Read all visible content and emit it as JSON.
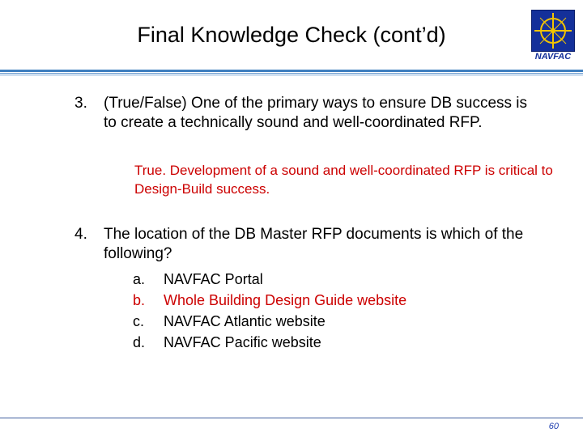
{
  "slide": {
    "title": "Final Knowledge Check (cont’d)",
    "logo_text": "NAVFAC",
    "page_number": "60"
  },
  "questions": [
    {
      "number": "3.",
      "text": "(True/False) One of the primary ways to ensure DB success is to create a technically sound and well-coordinated RFP.",
      "answer": "True. Development of a sound and well-coordinated RFP is critical to Design-Build success."
    },
    {
      "number": "4.",
      "text": "The location of the DB Master RFP documents is which of the following?",
      "options": [
        {
          "letter": "a.",
          "text": "NAVFAC Portal"
        },
        {
          "letter": "b.",
          "text": "Whole Building Design Guide website"
        },
        {
          "letter": "c.",
          "text": "NAVFAC Atlantic website"
        },
        {
          "letter": "d.",
          "text": "NAVFAC Pacific website"
        }
      ]
    }
  ],
  "colors": {
    "answer": "#cc0000",
    "accent": "#3f7fbf",
    "logo": "#14309a"
  }
}
